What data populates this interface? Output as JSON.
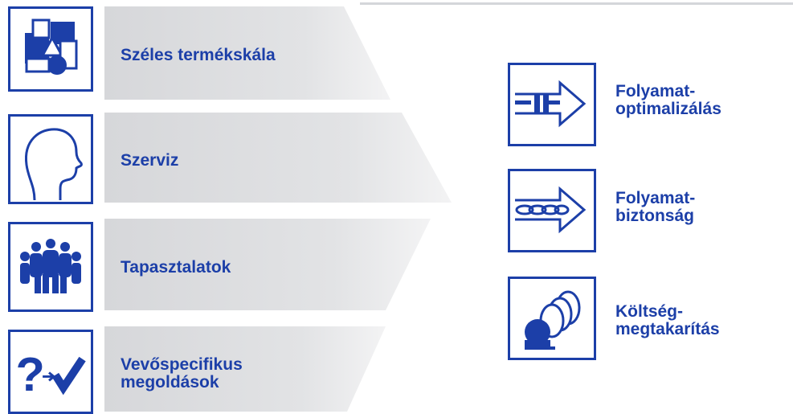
{
  "colors": {
    "brand_blue": "#1c3fa8",
    "chevron_gray": "#d8d9dc"
  },
  "left_items": [
    {
      "label": "Széles termékskála",
      "icon": "shapes-icon"
    },
    {
      "label": "Szerviz",
      "icon": "head-profile-icon"
    },
    {
      "label": "Tapasztalatok",
      "icon": "people-group-icon"
    },
    {
      "label": "Vevőspecifikus\nmegoldások",
      "icon": "question-check-icon"
    }
  ],
  "right_items": [
    {
      "label": "Folyamat-\noptimalizálás",
      "icon": "process-arrow-icon"
    },
    {
      "label": "Folyamat-\nbiztonság",
      "icon": "chain-arrow-icon"
    },
    {
      "label": "Költség-\nmegtakarítás",
      "icon": "coins-icon"
    }
  ]
}
